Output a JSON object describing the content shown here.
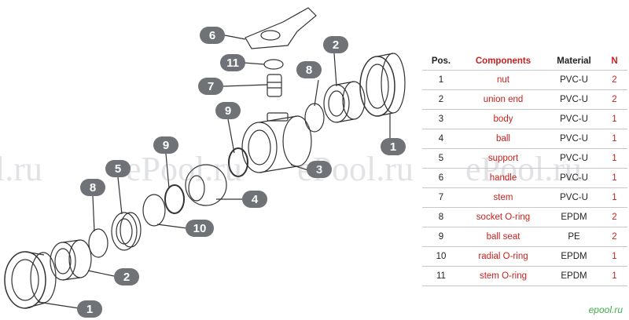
{
  "watermark": "ePool.ru",
  "watermark_partial": "l.ru",
  "brand_logo": "epool.ru",
  "callouts": [
    "1",
    "1",
    "2",
    "2",
    "3",
    "4",
    "5",
    "6",
    "7",
    "8",
    "8",
    "9",
    "9",
    "10",
    "11"
  ],
  "table": {
    "headers": {
      "pos": "Pos.",
      "components": "Components",
      "material": "Material",
      "n": "N"
    },
    "rows": [
      {
        "pos": "1",
        "component": "nut",
        "material": "PVC-U",
        "n": "2"
      },
      {
        "pos": "2",
        "component": "union end",
        "material": "PVC-U",
        "n": "2"
      },
      {
        "pos": "3",
        "component": "body",
        "material": "PVC-U",
        "n": "1"
      },
      {
        "pos": "4",
        "component": "ball",
        "material": "PVC-U",
        "n": "1"
      },
      {
        "pos": "5",
        "component": "support",
        "material": "PVC-U",
        "n": "1"
      },
      {
        "pos": "6",
        "component": "handle",
        "material": "PVC-U",
        "n": "1"
      },
      {
        "pos": "7",
        "component": "stem",
        "material": "PVC-U",
        "n": "1"
      },
      {
        "pos": "8",
        "component": "socket O-ring",
        "material": "EPDM",
        "n": "2"
      },
      {
        "pos": "9",
        "component": "ball seat",
        "material": "PE",
        "n": "2"
      },
      {
        "pos": "10",
        "component": "radial O-ring",
        "material": "EPDM",
        "n": "1"
      },
      {
        "pos": "11",
        "component": "stem O-ring",
        "material": "EPDM",
        "n": "1"
      }
    ]
  },
  "colors": {
    "callout": "#6f7276",
    "accent_red": "#c8211d",
    "line": "#333333",
    "logo": "#3fb04a"
  },
  "icons": [
    "pill-callout"
  ]
}
